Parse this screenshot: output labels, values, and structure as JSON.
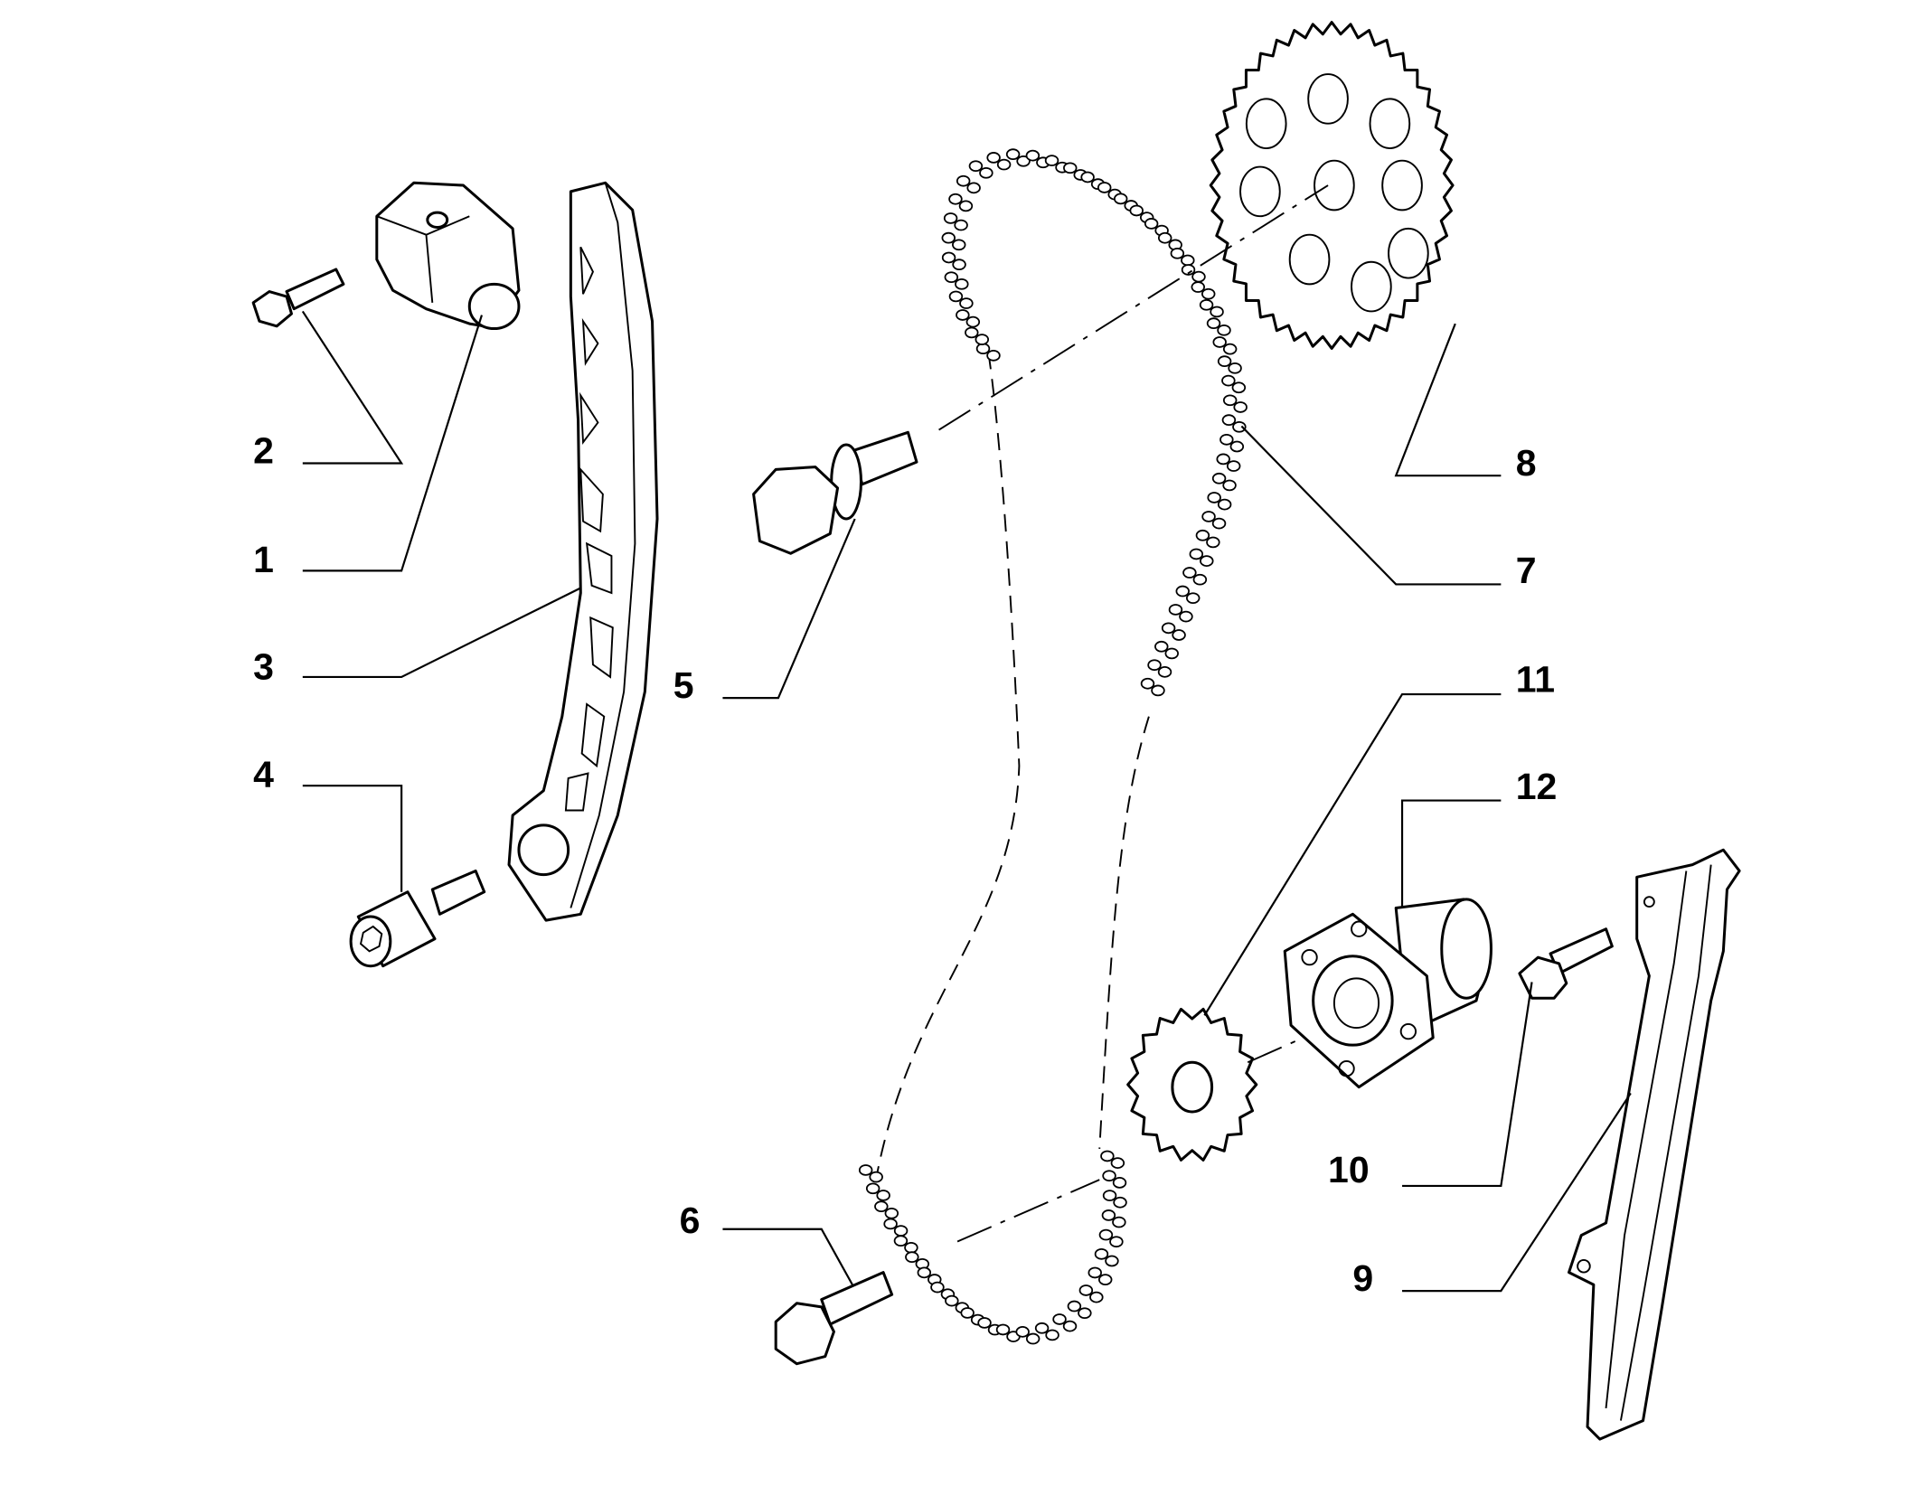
{
  "diagram": {
    "type": "exploded parts diagram - timing chain assembly",
    "callouts": [
      {
        "number": "1"
      },
      {
        "number": "2"
      },
      {
        "number": "3"
      },
      {
        "number": "4"
      },
      {
        "number": "5"
      },
      {
        "number": "6"
      },
      {
        "number": "7"
      },
      {
        "number": "8"
      },
      {
        "number": "9"
      },
      {
        "number": "10"
      },
      {
        "number": "11"
      },
      {
        "number": "12"
      }
    ]
  }
}
